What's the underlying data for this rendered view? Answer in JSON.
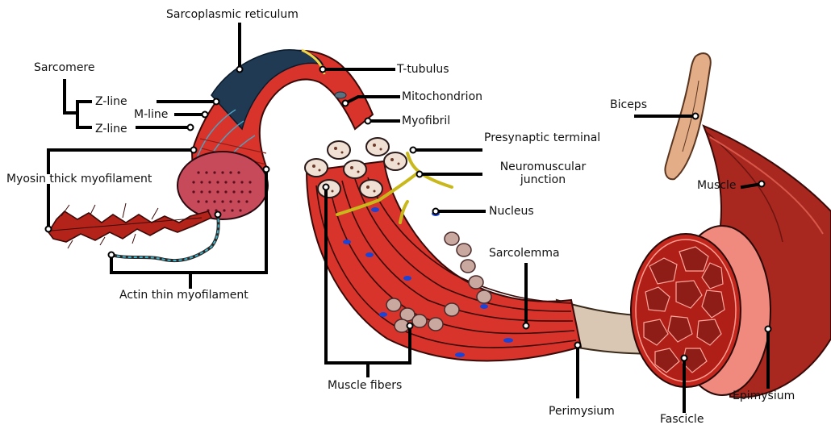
{
  "colors": {
    "muscle_red": "#d9342b",
    "muscle_dark": "#8e1d18",
    "reticulum": "#1f3a52",
    "tendon": "#d9c7b4",
    "bone": "#e2ad87",
    "nerve": "#c9b81c",
    "nucleus": "#1a44d8",
    "leader": "#000000"
  },
  "labels": {
    "sarcoplasmic_reticulum": "Sarcoplasmic reticulum",
    "sarcomere": "Sarcomere",
    "z_line_top": "Z-line",
    "m_line": "M-line",
    "z_line_bottom": "Z-line",
    "myosin": "Myosin thick myofilament",
    "actin": "Actin thin myofilament",
    "t_tubulus": "T-tubulus",
    "mitochondrion": "Mitochondrion",
    "myofibril": "Myofibril",
    "presynaptic_terminal": "Presynaptic terminal",
    "neuromuscular_junction_1": "Neuromuscular",
    "neuromuscular_junction_2": "junction",
    "nucleus": "Nucleus",
    "sarcolemma": "Sarcolemma",
    "muscle_fibers": "Muscle fibers",
    "perimysium": "Perimysium",
    "fascicle": "Fascicle",
    "epimysium": "Epimysium",
    "biceps": "Biceps",
    "muscle": "Muscle"
  }
}
